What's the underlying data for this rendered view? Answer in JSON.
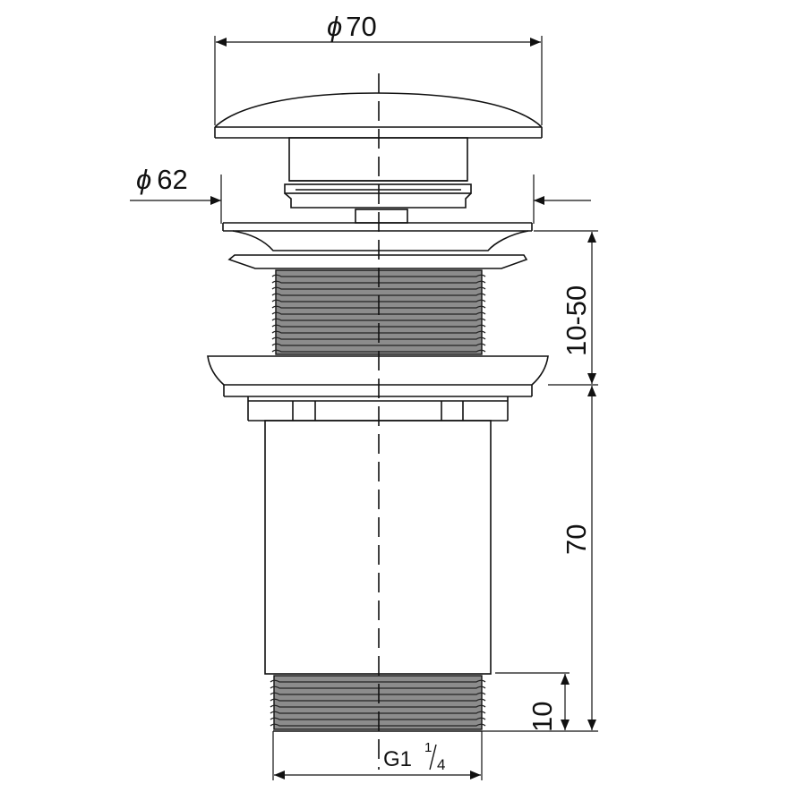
{
  "dimensions": {
    "cap_diameter": {
      "symbol": "ϕ",
      "value": "70"
    },
    "flange_diameter": {
      "symbol": "ϕ",
      "value": "62"
    },
    "clamping_range": "10-50",
    "body_length": "70",
    "thread_length": "10",
    "thread_size": {
      "main": "G1",
      "numerator": "1",
      "denominator": "4"
    }
  },
  "colors": {
    "line": "#111111",
    "thread_fill": "#8c8c8c",
    "background": "#ffffff"
  }
}
